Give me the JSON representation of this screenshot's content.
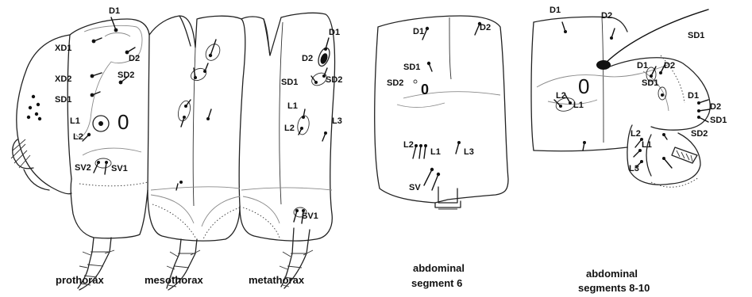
{
  "segments": {
    "prothorax": "prothorax",
    "mesothorax": "mesothorax",
    "metathorax": "metathorax",
    "abd6_line1": "abdominal",
    "abd6_line2": "segment 6",
    "abd810_line1": "abdominal",
    "abd810_line2": "segments 8-10"
  },
  "setae": {
    "pro_d1": "D1",
    "pro_xd1": "XD1",
    "pro_xd2": "XD2",
    "pro_d2": "D2",
    "pro_sd2": "SD2",
    "pro_sd1": "SD1",
    "pro_l1": "L1",
    "pro_l2": "L2",
    "pro_sv2": "SV2",
    "pro_sv1": "SV1",
    "meta_d1": "D1",
    "meta_d2": "D2",
    "meta_sd1": "SD1",
    "meta_sd2": "SD2",
    "meta_l1": "L1",
    "meta_l2": "L2",
    "meta_l3": "L3",
    "meta_sv1": "SV1",
    "a6_d1": "D1",
    "a6_d2": "D2",
    "a6_sd1": "SD1",
    "a6_sd2": "SD2",
    "a6_l2": "L2",
    "a6_l1": "L1",
    "a6_l3": "L3",
    "a6_sv": "SV",
    "a8_d1": "D1",
    "a8_d2": "D2",
    "a8_sd1": "SD1",
    "a8_d1b": "D1",
    "a8_d2b": "D2",
    "a8_sd1b": "SD1",
    "a8_l2": "L2",
    "a8_l1": "L1",
    "a8_d1c": "D1",
    "a8_d2c": "D2",
    "a8_sd1c": "SD1",
    "a8_sd2c": "SD2",
    "a8_l2b": "L2",
    "a8_l1b": "L1",
    "a8_l3b": "L3"
  },
  "spiracles": {
    "prothorax": "0",
    "abd6": "0",
    "abd8": "0"
  }
}
